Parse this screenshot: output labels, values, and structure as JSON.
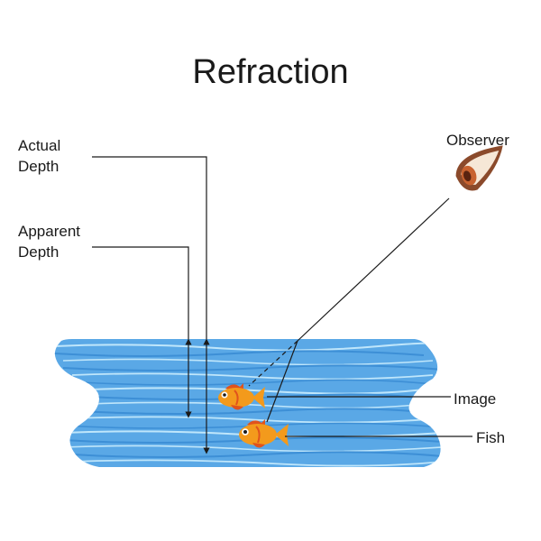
{
  "title": "Refraction",
  "labels": {
    "actual_depth": [
      "Actual",
      "Depth"
    ],
    "apparent_depth": [
      "Apparent",
      "Depth"
    ],
    "observer": "Observer",
    "image": "Image",
    "fish": "Fish"
  },
  "colors": {
    "water_base": "#5aa8e6",
    "water_dark": "#3d8fd6",
    "water_light": "#bfe6fb",
    "fish_body": "#f39a1c",
    "fish_fin": "#e0531d",
    "eye_outer": "#8b4a2b",
    "eye_inner": "#c8622f",
    "line": "#1a1a1a"
  },
  "icons": {
    "observer": "eye-icon",
    "fish": "fish-icon",
    "image": "fish-image-icon"
  }
}
